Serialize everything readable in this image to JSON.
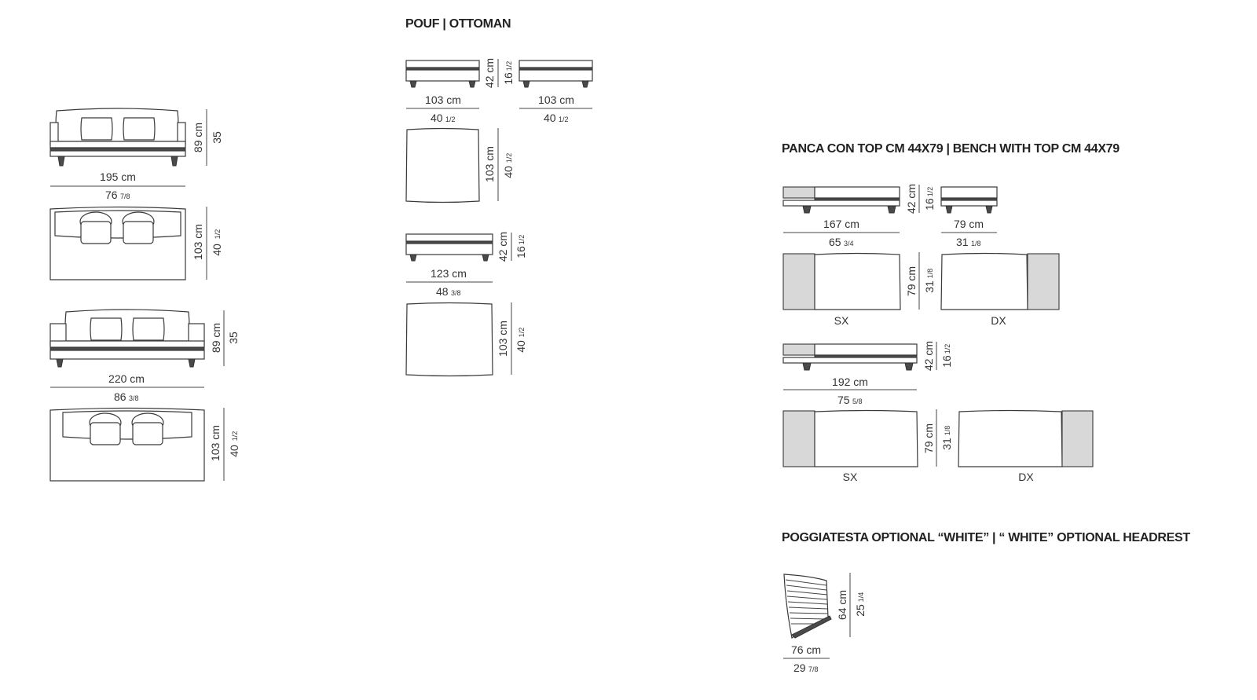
{
  "headers": {
    "ottoman": "POUF  |  OTTOMAN",
    "bench": "PANCA CON TOP CM 44X79  |  BENCH WITH TOP CM 44X79",
    "headrest": "POGGIATESTA OPTIONAL “WHITE”  | “ WHITE” OPTIONAL HEADREST"
  },
  "sofa_195": {
    "height_cm": "89 cm",
    "height_in": "35",
    "width_cm": "195 cm",
    "width_in": "76",
    "width_in_frac": "7/8",
    "depth_cm": "103 cm",
    "depth_in": "40",
    "depth_in_frac": "1/2"
  },
  "sofa_220": {
    "height_cm": "89 cm",
    "height_in": "35",
    "width_cm": "220 cm",
    "width_in": "86",
    "width_in_frac": "3/8",
    "depth_cm": "103 cm",
    "depth_in": "40",
    "depth_in_frac": "1/2"
  },
  "ottoman_a": {
    "height_cm": "42 cm",
    "height_in": "16",
    "height_in_frac": "1/2",
    "width_cm": "103 cm",
    "width_in": "40",
    "width_in_frac": "1/2"
  },
  "ottoman_b": {
    "width_cm": "103 cm",
    "width_in": "40",
    "width_in_frac": "1/2",
    "depth_cm": "103 cm",
    "depth_in": "40",
    "depth_in_frac": "1/2"
  },
  "ottoman_c": {
    "height_cm": "42 cm",
    "height_in": "16",
    "height_in_frac": "1/2",
    "width_cm": "123 cm",
    "width_in": "48",
    "width_in_frac": "3/8",
    "depth_cm": "103 cm",
    "depth_in": "40",
    "depth_in_frac": "1/2"
  },
  "bench_167": {
    "height_cm": "42 cm",
    "height_in": "16",
    "height_in_frac": "1/2",
    "width_cm": "167 cm",
    "width_in": "65",
    "width_in_frac": "3/4",
    "depth_cm": "79 cm",
    "depth_in": "31",
    "depth_in_frac": "1/8",
    "left_label": "SX",
    "right_label": "DX"
  },
  "bench_79": {
    "width_cm": "79 cm",
    "width_in": "31",
    "width_in_frac": "1/8"
  },
  "bench_192": {
    "height_cm": "42 cm",
    "height_in": "16",
    "height_in_frac": "1/2",
    "width_cm": "192 cm",
    "width_in": "75",
    "width_in_frac": "5/8",
    "depth_cm": "79 cm",
    "depth_in": "31",
    "depth_in_frac": "1/8",
    "left_label": "SX",
    "right_label": "DX"
  },
  "headrest": {
    "height_cm": "64 cm",
    "height_in": "25",
    "height_in_frac": "1/4",
    "width_cm": "76 cm",
    "width_in": "29",
    "width_in_frac": "7/8"
  }
}
